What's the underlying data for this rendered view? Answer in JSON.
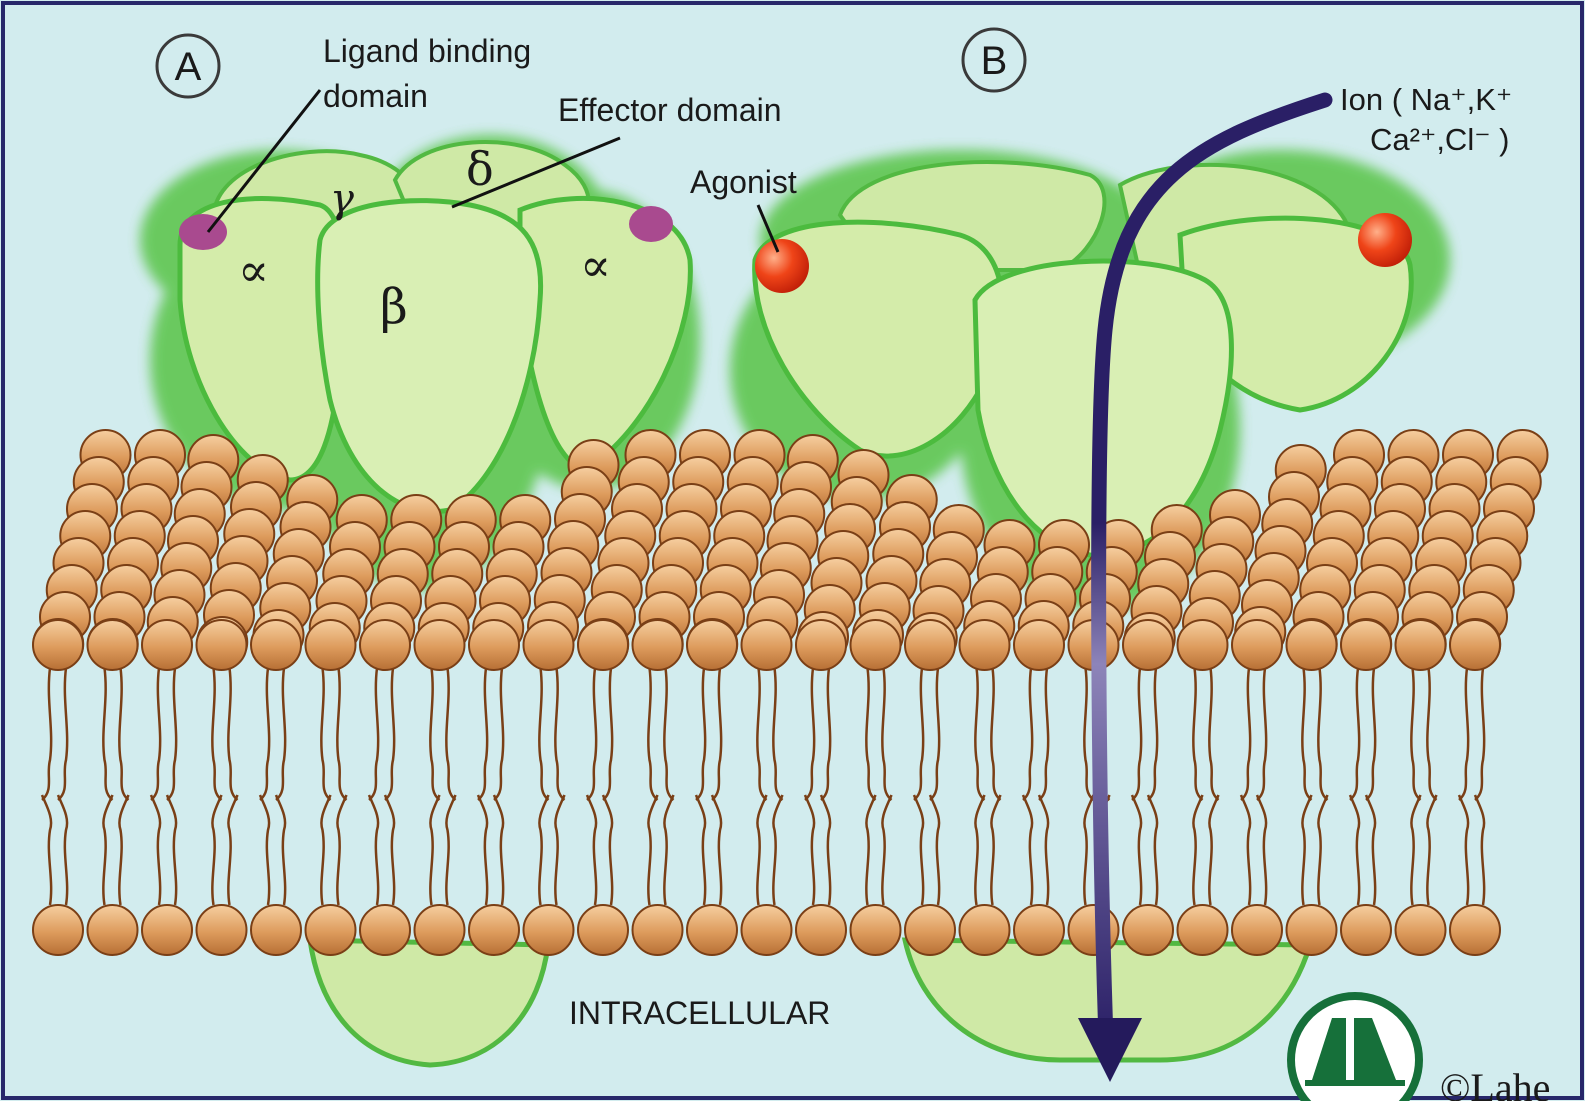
{
  "panels": {
    "a": {
      "letter": "A"
    },
    "b": {
      "letter": "B"
    }
  },
  "labels": {
    "ligand_binding_line1": "Ligand binding",
    "ligand_binding_line2": "domain",
    "effector_domain": "Effector domain",
    "agonist": "Agonist",
    "ion_line1": "Ion ( Na⁺,K⁺",
    "ion_line2": "Ca²⁺,Cl⁻ )",
    "intracellular": "INTRACELLULAR",
    "copyright": "©Lahe"
  },
  "subunits": {
    "alpha_left": "∝",
    "alpha_right": "∝",
    "beta": "β",
    "gamma": "γ",
    "delta": "δ"
  },
  "colors": {
    "background": "#d2ecee",
    "receptor_fill": "#d4ecaa",
    "receptor_edge": "#4cbb3e",
    "lipid_head": "#d99a5b",
    "lipid_head_edge": "#7a3f16",
    "lipid_tail": "#7a3f16",
    "agonist": "#ee3b14",
    "binding_site": "#a94a8f",
    "ion_path": "#241a5c",
    "logo_green": "#16703a"
  }
}
